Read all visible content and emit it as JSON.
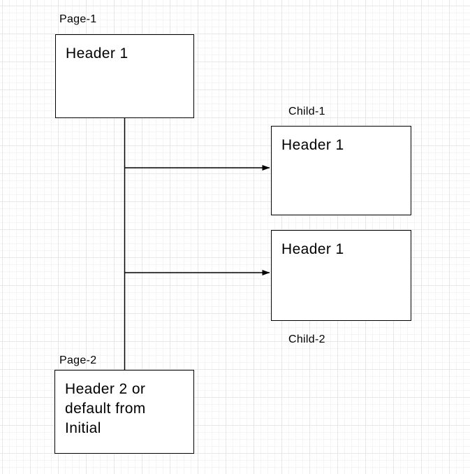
{
  "diagram": {
    "nodes": {
      "page1": {
        "label": "Page-1",
        "text": "Header 1"
      },
      "child1": {
        "label": "Child-1",
        "text": "Header 1"
      },
      "child2": {
        "label": "Child-2",
        "text": "Header 1"
      },
      "page2": {
        "label": "Page-2",
        "text": "Header 2 or default from Initial"
      }
    },
    "edges": [
      {
        "from": "page1",
        "to": "page2",
        "type": "line",
        "arrow": false
      },
      {
        "from": "page1",
        "to": "child1",
        "type": "arrow",
        "arrow": true
      },
      {
        "from": "page1",
        "to": "child2",
        "type": "arrow",
        "arrow": true
      }
    ],
    "colors": {
      "background": "#ffffff",
      "grid_minor": "#f4f4f4",
      "grid_major": "#e7e7e7",
      "node_fill": "#ffffff",
      "node_border": "#000000",
      "connector": "#000000",
      "text": "#000000"
    }
  }
}
